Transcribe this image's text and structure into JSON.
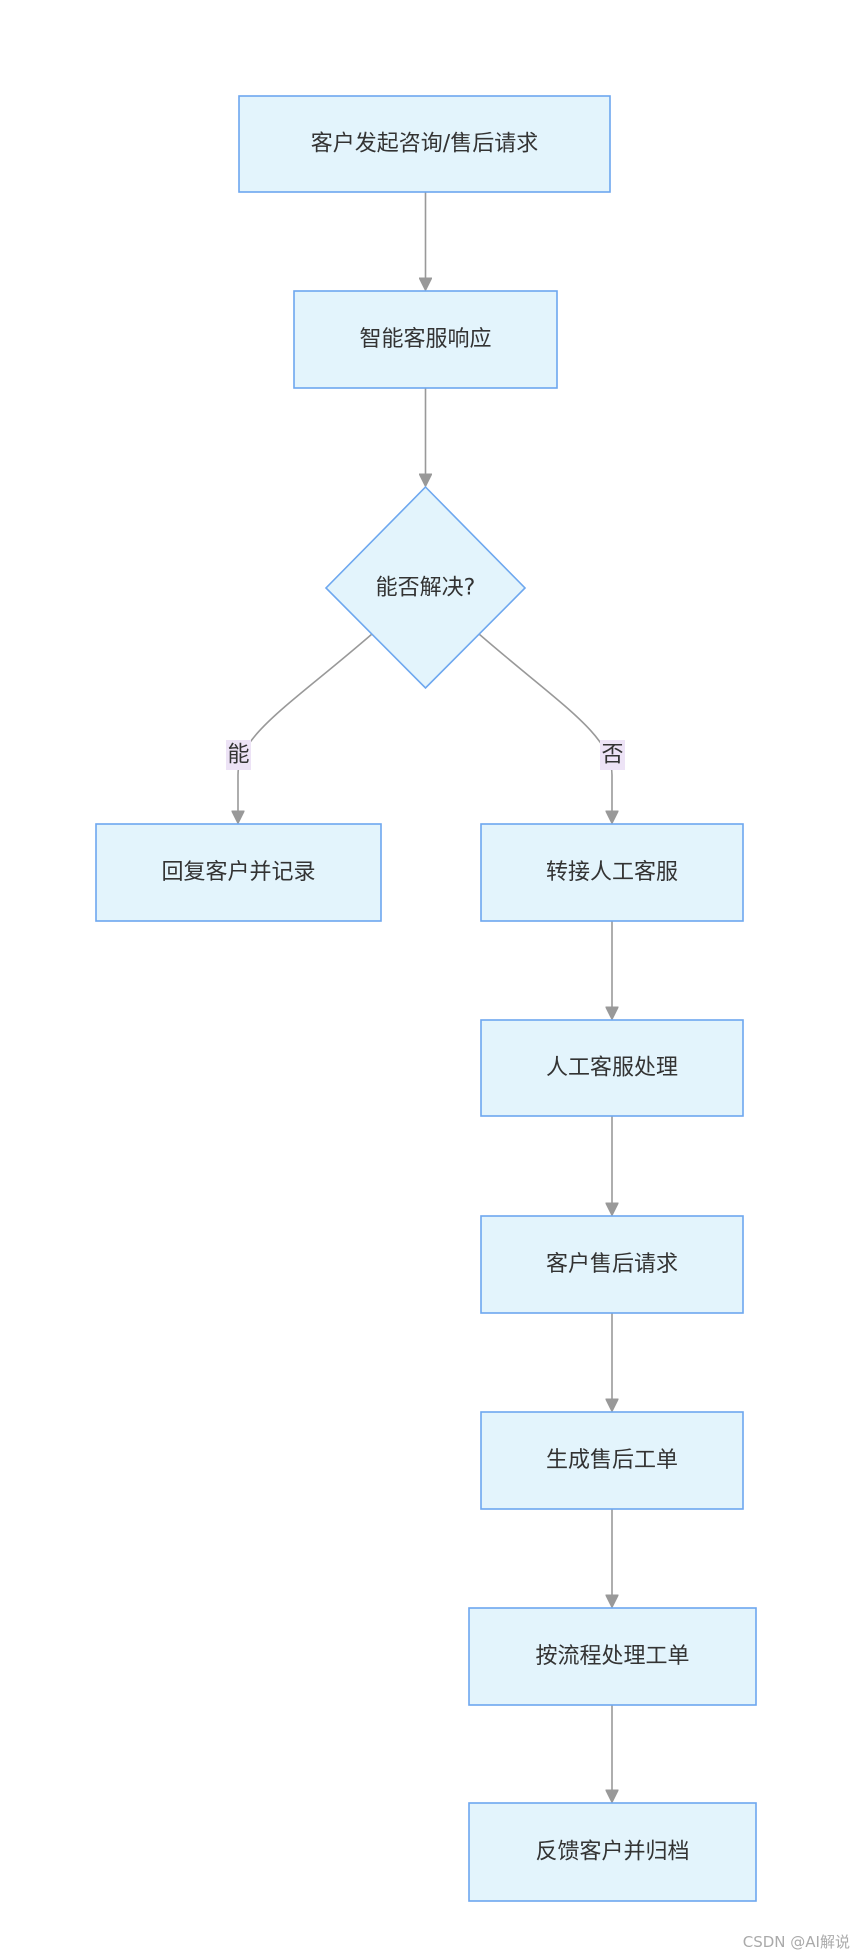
{
  "diagram": {
    "nodes": {
      "start": "客户发起咨询/售后请求",
      "bot": "智能客服响应",
      "decision": "能否解决?",
      "reply": "回复客户并记录",
      "transfer": "转接人工客服",
      "human": "人工客服处理",
      "request": "客户售后请求",
      "ticket": "生成售后工单",
      "process": "按流程处理工单",
      "feedback": "反馈客户并归档"
    },
    "edge_labels": {
      "yes": "能",
      "no": "否"
    }
  },
  "watermark": "CSDN @AI解说",
  "colors": {
    "node_fill": "#e3f4fc",
    "node_stroke": "#6da7ef",
    "edge": "#999999",
    "edge_label_bg": "#ede3f6",
    "text": "#333333",
    "watermark": "#aaaaaa"
  }
}
